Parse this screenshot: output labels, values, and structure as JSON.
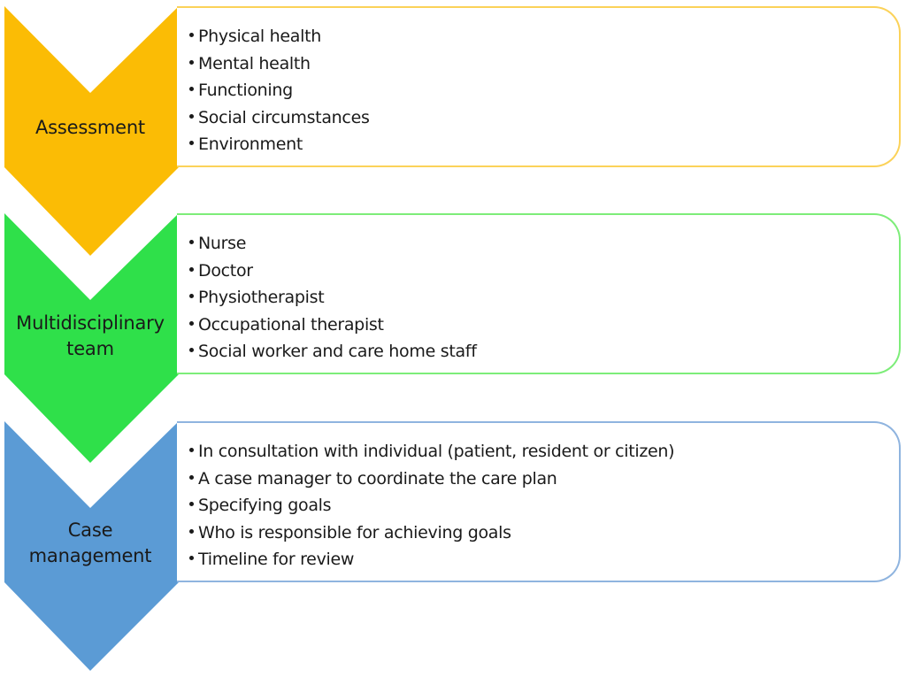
{
  "stages": [
    {
      "label": "Assessment",
      "color": "#fbbc05",
      "border": "#fbd259",
      "items": [
        "Physical health",
        "Mental health",
        "Functioning",
        "Social circumstances",
        "Environment"
      ]
    },
    {
      "label": "Multidisciplinary team",
      "label_lines": [
        "Multidisciplinary",
        "team"
      ],
      "color": "#2fe04a",
      "border": "#7ded79",
      "items": [
        "Nurse",
        "Doctor",
        "Physiotherapist",
        "Occupational therapist",
        "Social worker and care home staff"
      ]
    },
    {
      "label": "Case management",
      "label_lines": [
        "Case",
        "management"
      ],
      "color": "#5b9bd5",
      "border": "#8fb4df",
      "items": [
        "In consultation with individual (patient, resident or citizen)",
        "A case manager to coordinate the care plan",
        "Specifying goals",
        "Who is responsible for achieving goals",
        "Timeline for review"
      ]
    }
  ]
}
